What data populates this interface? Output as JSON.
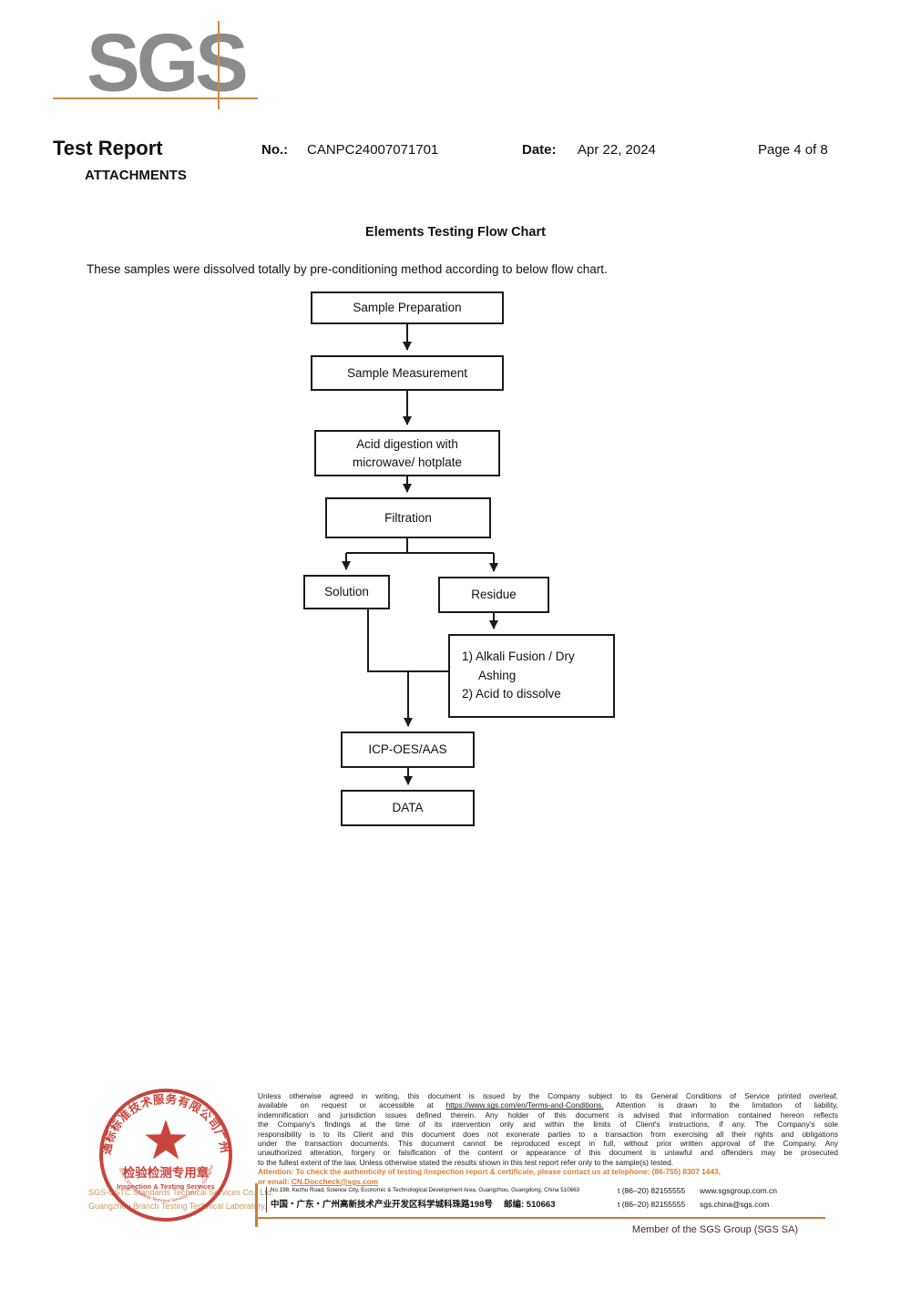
{
  "colors": {
    "logo_gray": "#8b8b8b",
    "logo_orange": "#cc8a44",
    "seal_red": "#c5352b",
    "company_tan": "#c49a66",
    "attention_orange": "#e07b28",
    "footer_rule_orange": "#c87f3a"
  },
  "header": {
    "logo_text": "SGS",
    "report_title": "Test Report",
    "attachments_label": "ATTACHMENTS",
    "no_label": "No.:",
    "no_value": "CANPC24007071701",
    "date_label": "Date:",
    "date_value": "Apr 22, 2024",
    "page_label": "Page 4 of 8"
  },
  "content": {
    "chart_title": "Elements Testing Flow Chart",
    "intro": "These samples were dissolved totally by pre-conditioning method according to below flow chart."
  },
  "flowchart": {
    "nodes": {
      "sample_preparation": "Sample Preparation",
      "sample_measurement": "Sample Measurement",
      "acid_digestion_line1": "Acid digestion with",
      "acid_digestion_line2": "microwave/ hotplate",
      "filtration": "Filtration",
      "solution": "Solution",
      "residue": "Residue",
      "alkali_line1": "1) Alkali Fusion / Dry",
      "alkali_line2": "Ashing",
      "alkali_line3": "2) Acid to dissolve",
      "icp": "ICP-OES/AAS",
      "data": "DATA"
    }
  },
  "footer": {
    "seal": {
      "arc_text": "通标标准技术服务有限公司广州分公司",
      "bottom_arc_text": "SGS-CSTC Standards Technical Services Co., Ltd. Guangzhou Branch",
      "center_line1": "检验检测专用章",
      "center_line2": "Inspection & Testing Services"
    },
    "company_line1": "SGS-CSTC Standards Technical Services Co., Ltd.",
    "company_line2": "Guangzhou Branch Testing Technical Laboratory.",
    "legal": {
      "line1": "Unless otherwise agreed in writing, this document is issued by the Company subject to its General Conditions of Service printed overleaf,",
      "line2_pre": "available on request or accessible at ",
      "line2_url": "https://www.sgs.com/en/Terms-and-Conditions.",
      "line2_post": " Attention is drawn to the limitation of liability,",
      "line3": "indemnification and jurisdiction issues defined therein. Any holder of this document is advised that information contained hereon reflects",
      "line4": "the Company's findings at the time of its intervention only and within the limits of Client's instructions, if any. The Company's sole",
      "line5": "responsibility is to its Client and this document does not exonerate parties to a transaction from exercising all their rights and obligations",
      "line6": "under the transaction documents. This document cannot be reproduced except in full, without prior written approval of the Company. Any",
      "line7": "unauthorized alteration, forgery or falsification of the content or appearance of this document is unlawful and offenders may be prosecuted",
      "line8": "to the fullest extent of the law. Unless otherwise stated the results shown in this test report refer only to the sample(s) tested.",
      "attention1": "Attention: To check the authenticity of testing /inspection report & certificate, please contact us at telephone: (86-755) 8307 1443,",
      "attention2_pre": "or email: ",
      "attention2_email": "CN.Doccheck@sgs.com"
    },
    "address_en": "No.198, Kezhu Road, Science City, Economic & Technological Development Area, Guangzhou, Guangdong, China 510663",
    "address_cn": "中国・广东・广州高新技术产业开发区科学城科珠路198号　 邮编: 510663",
    "tel1": "t (86–20) 82155555",
    "tel2": "t (86–20) 82155555",
    "website": "www.sgsgroup.com.cn",
    "email": "sgs.china@sgs.com",
    "member_line": "Member of the SGS Group (SGS SA)"
  }
}
